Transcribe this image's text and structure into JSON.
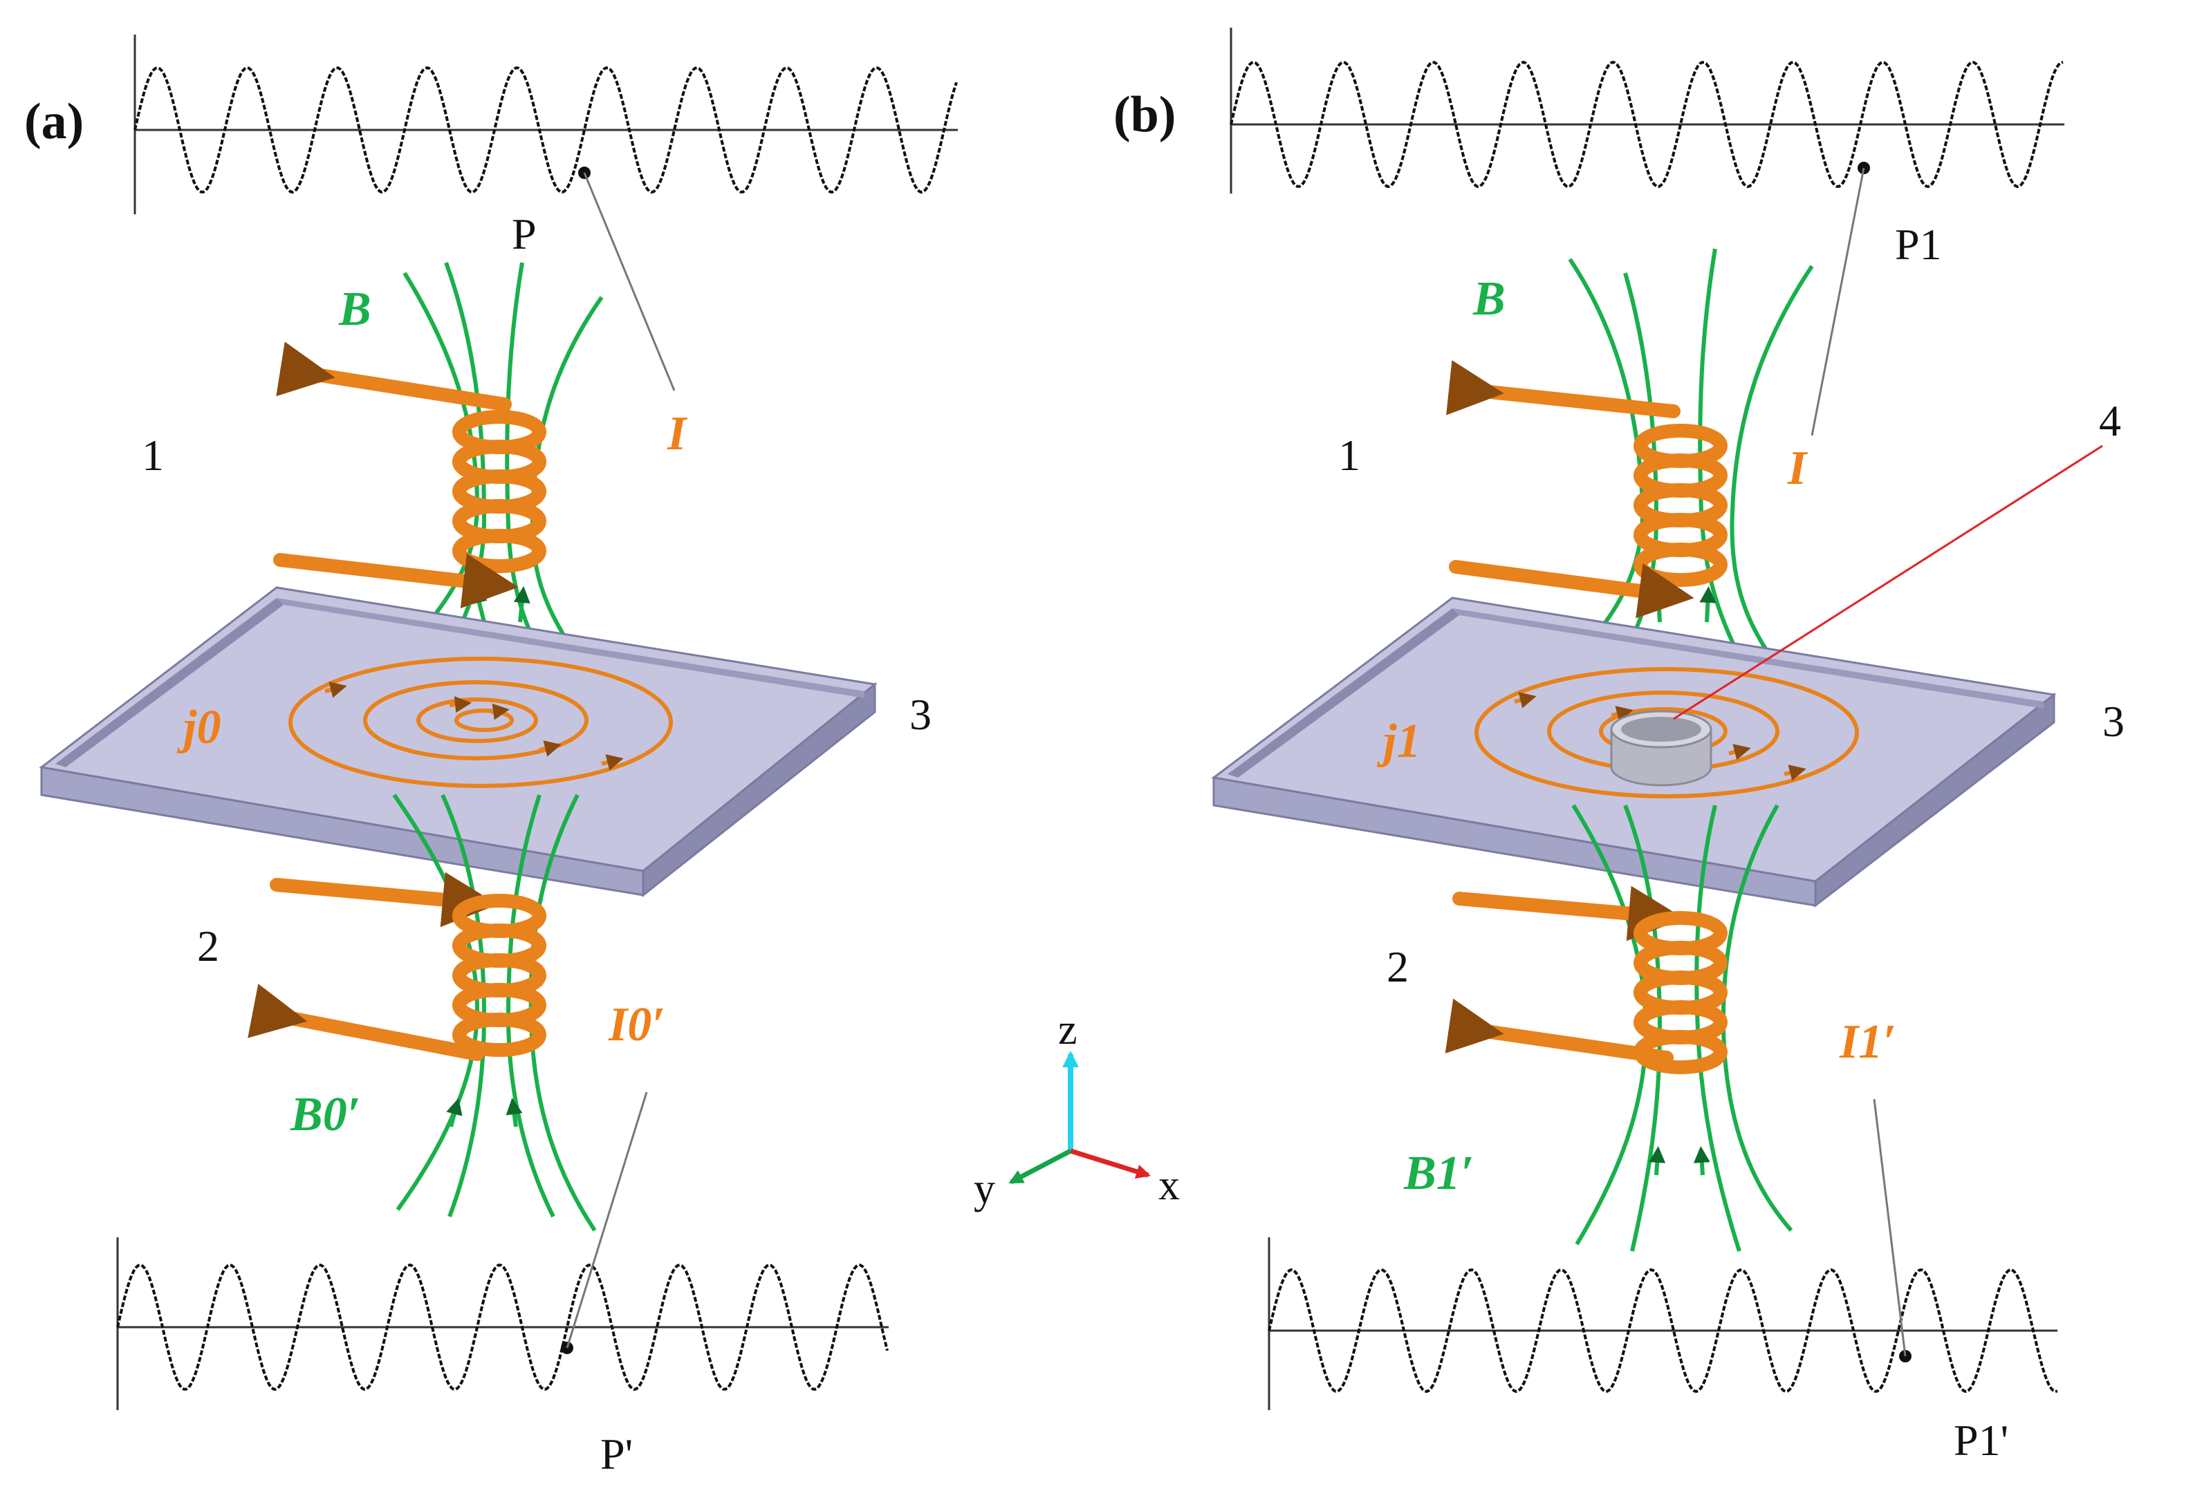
{
  "panels": [
    {
      "panel_label": "(a)",
      "coil_top_number": "1",
      "coil_bottom_number": "2",
      "plate_number": "3",
      "field_top": "B",
      "current_top": "I",
      "current_density": "j0",
      "current_bottom": "I0′",
      "field_bottom": "B0′",
      "point_top": "P",
      "point_bottom": "P'"
    },
    {
      "panel_label": "(b)",
      "coil_top_number": "1",
      "coil_bottom_number": "2",
      "plate_number": "3",
      "defect_number": "4",
      "field_top": "B",
      "current_top": "I",
      "current_density": "j1",
      "current_bottom": "I1′",
      "field_bottom": "B1′",
      "point_top": "P1",
      "point_bottom": "P1'"
    }
  ],
  "axes": {
    "z": "z",
    "y": "y",
    "x": "x"
  },
  "colors": {
    "field_lines": "#19b04a",
    "current": "#ef7f1a",
    "coil": "#e8821c",
    "plate_top": "#c5c5e0",
    "plate_front": "#a4a4c6",
    "plate_side": "#8a8aae",
    "axis_z": "#22d3ee",
    "axis_y": "#16a34a",
    "axis_x": "#e02424",
    "defect_line": "#e02424"
  }
}
